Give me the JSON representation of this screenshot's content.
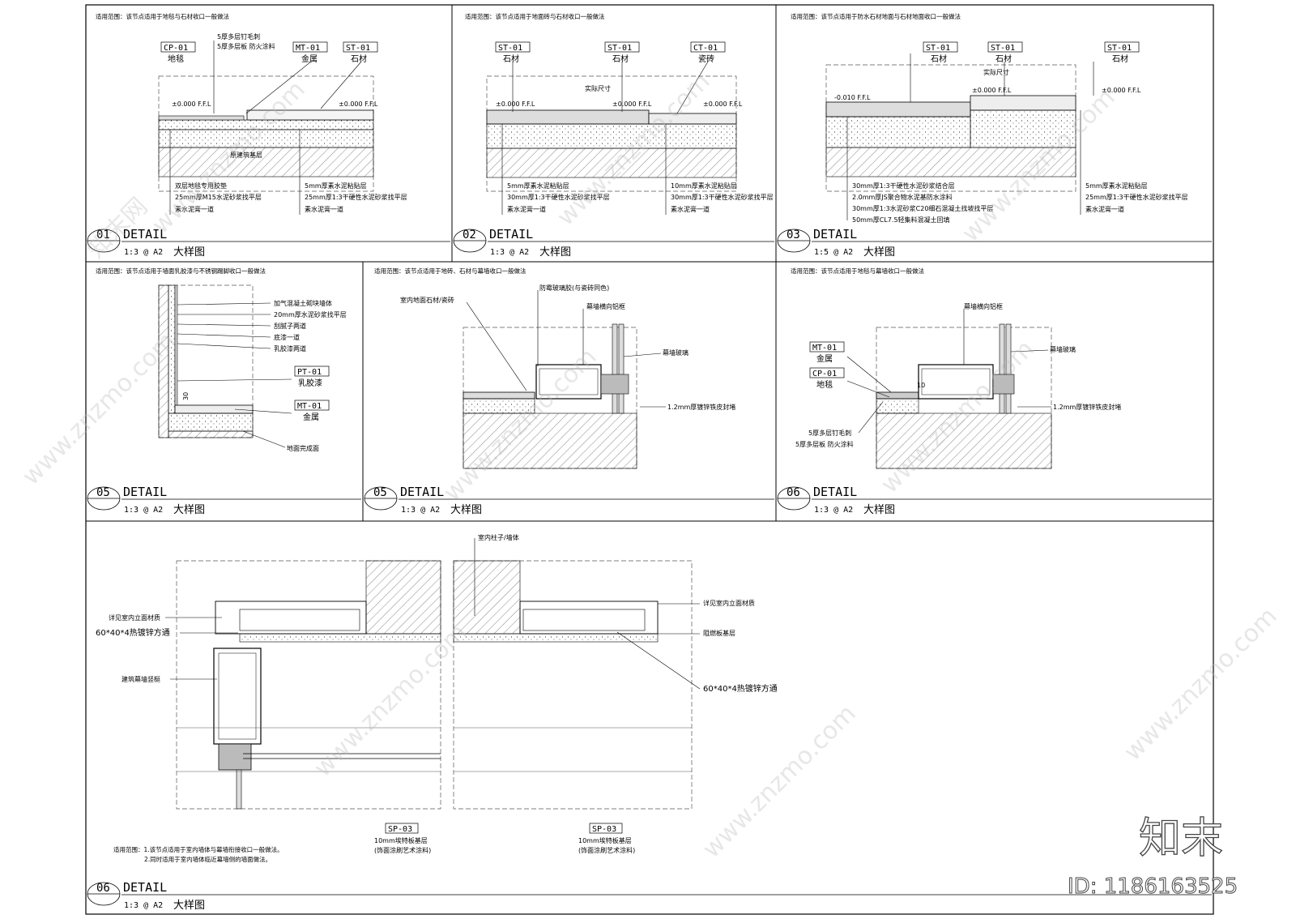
{
  "panels": [
    {
      "id": "p01",
      "num": "01",
      "title": "DETAIL",
      "scale": "1:3 @ A2",
      "name": "大样图",
      "note": "适用范围：该节点适用于地毯与石材收口一般做法",
      "tags": [
        {
          "code": "CP-01",
          "label": "地毯"
        },
        {
          "code": "MT-01",
          "label": "金属"
        },
        {
          "code": "ST-01",
          "label": "石材"
        }
      ],
      "callouts": [
        "5厚多层钉毛刺",
        "5厚多层板 防火涂料",
        "±0.000 F.F.L",
        "±0.000 F.F.L",
        "原建筑基层",
        "双层地毯专用胶垫",
        "25mm厚M15水泥砂浆找平层",
        "素水泥膏一道",
        "5mm厚素水泥粘贴层",
        "25mm厚1:3干硬性水泥砂浆找平层",
        "素水泥膏一道"
      ]
    },
    {
      "id": "p02",
      "num": "02",
      "title": "DETAIL",
      "scale": "1:3 @ A2",
      "name": "大样图",
      "note": "适用范围：该节点适用于地面砖与石材收口一般做法",
      "tags": [
        {
          "code": "ST-01",
          "label": "石材"
        },
        {
          "code": "ST-01",
          "label": "石材"
        },
        {
          "code": "CT-01",
          "label": "瓷砖"
        }
      ],
      "callouts": [
        "实际尺寸",
        "±0.000 F.F.L",
        "±0.000 F.F.L",
        "±0.000 F.F.L",
        "5mm厚素水泥粘贴层",
        "30mm厚1:3干硬性水泥砂浆找平层",
        "素水泥膏一道",
        "10mm厚素水泥粘贴层",
        "30mm厚1:3干硬性水泥砂浆找平层",
        "素水泥膏一道"
      ]
    },
    {
      "id": "p03",
      "num": "03",
      "title": "DETAIL",
      "scale": "1:5 @ A2",
      "name": "大样图",
      "note": "适用范围：该节点适用于防水石材地面与石材地面收口一般做法",
      "tags": [
        {
          "code": "ST-01",
          "label": "石材"
        },
        {
          "code": "ST-01",
          "label": "石材"
        },
        {
          "code": "ST-01",
          "label": "石材"
        }
      ],
      "callouts": [
        "实际尺寸",
        "-0.010 F.F.L",
        "±0.000 F.F.L",
        "±0.000 F.F.L",
        "30mm厚1:3干硬性水泥砂浆结合层",
        "2.0mm厚JS聚合物水泥基防水涂料",
        "30mm厚1:3水泥砂浆C20细石混凝土找坡找平层",
        "50mm厚CL7.5轻集料混凝土回填",
        "5mm厚素水泥粘贴层",
        "25mm厚1:3干硬性水泥砂浆找平层",
        "素水泥膏一道"
      ]
    },
    {
      "id": "p04",
      "num": "05",
      "title": "DETAIL",
      "scale": "1:3 @ A2",
      "name": "大样图",
      "note": "适用范围：该节点适用于墙面乳胶漆与不锈钢踢脚收口一般做法",
      "tags": [
        {
          "code": "PT-01",
          "label": "乳胶漆"
        },
        {
          "code": "MT-01",
          "label": "金属"
        }
      ],
      "callouts": [
        "加气混凝土砌块墙体",
        "20mm厚水泥砂浆找平层",
        "刮腻子两道",
        "底漆一道",
        "乳胶漆两道",
        "地面完成面",
        "30"
      ]
    },
    {
      "id": "p05",
      "num": "05",
      "title": "DETAIL",
      "scale": "1:3 @ A2",
      "name": "大样图",
      "note": "适用范围：该节点适用于地砖、石材与幕墙收口一般做法",
      "tags": [],
      "callouts": [
        "室内地面石材/瓷砖",
        "防霉玻璃胶(与瓷砖同色)",
        "幕墙横向铝框",
        "幕墙玻璃",
        "1.2mm厚镀锌铁皮封堵"
      ]
    },
    {
      "id": "p06",
      "num": "06",
      "title": "DETAIL",
      "scale": "1:3 @ A2",
      "name": "大样图",
      "note": "适用范围：该节点适用于地毯与幕墙收口一般做法",
      "tags": [
        {
          "code": "MT-01",
          "label": "金属"
        },
        {
          "code": "CP-01",
          "label": "地毯"
        }
      ],
      "callouts": [
        "幕墙横向铝框",
        "幕墙玻璃",
        "1.2mm厚镀锌铁皮封堵",
        "5厚多层钉毛刺",
        "5厚多层板 防火涂料",
        "10"
      ]
    },
    {
      "id": "p07",
      "num": "06",
      "title": "DETAIL",
      "scale": "1:3 @ A2",
      "name": "大样图",
      "note_lines": [
        "适用范围：1.该节点适用于室内墙体与幕墙衔接收口一般做法。",
        "2.同时适用于室内墙体临近幕墙侧的墙面做法。"
      ],
      "tags": [
        {
          "code": "SP-03",
          "label": "10mm埃特板基层"
        },
        {
          "code": "SP-03",
          "label": "10mm埃特板基层"
        }
      ],
      "tag_notes": [
        "(饰面涂刷艺术涂料)",
        "(饰面涂刷艺术涂料)"
      ],
      "callouts": [
        "室内柱子/墙体",
        "详见室内立面材质",
        "60*40*4热镀锌方通",
        "建筑幕墙竖梃",
        "详见室内立面材质",
        "阻燃板基层",
        "60*40*4热镀锌方通"
      ]
    }
  ],
  "watermark": {
    "site": "www.znzmo.com",
    "cn": "知末网",
    "brand": "知末",
    "id": "ID: 1186163525"
  },
  "colors": {
    "line": "#000000",
    "hatch": "#444444",
    "dash": "#555555",
    "watermark": "#bbbbbb"
  }
}
